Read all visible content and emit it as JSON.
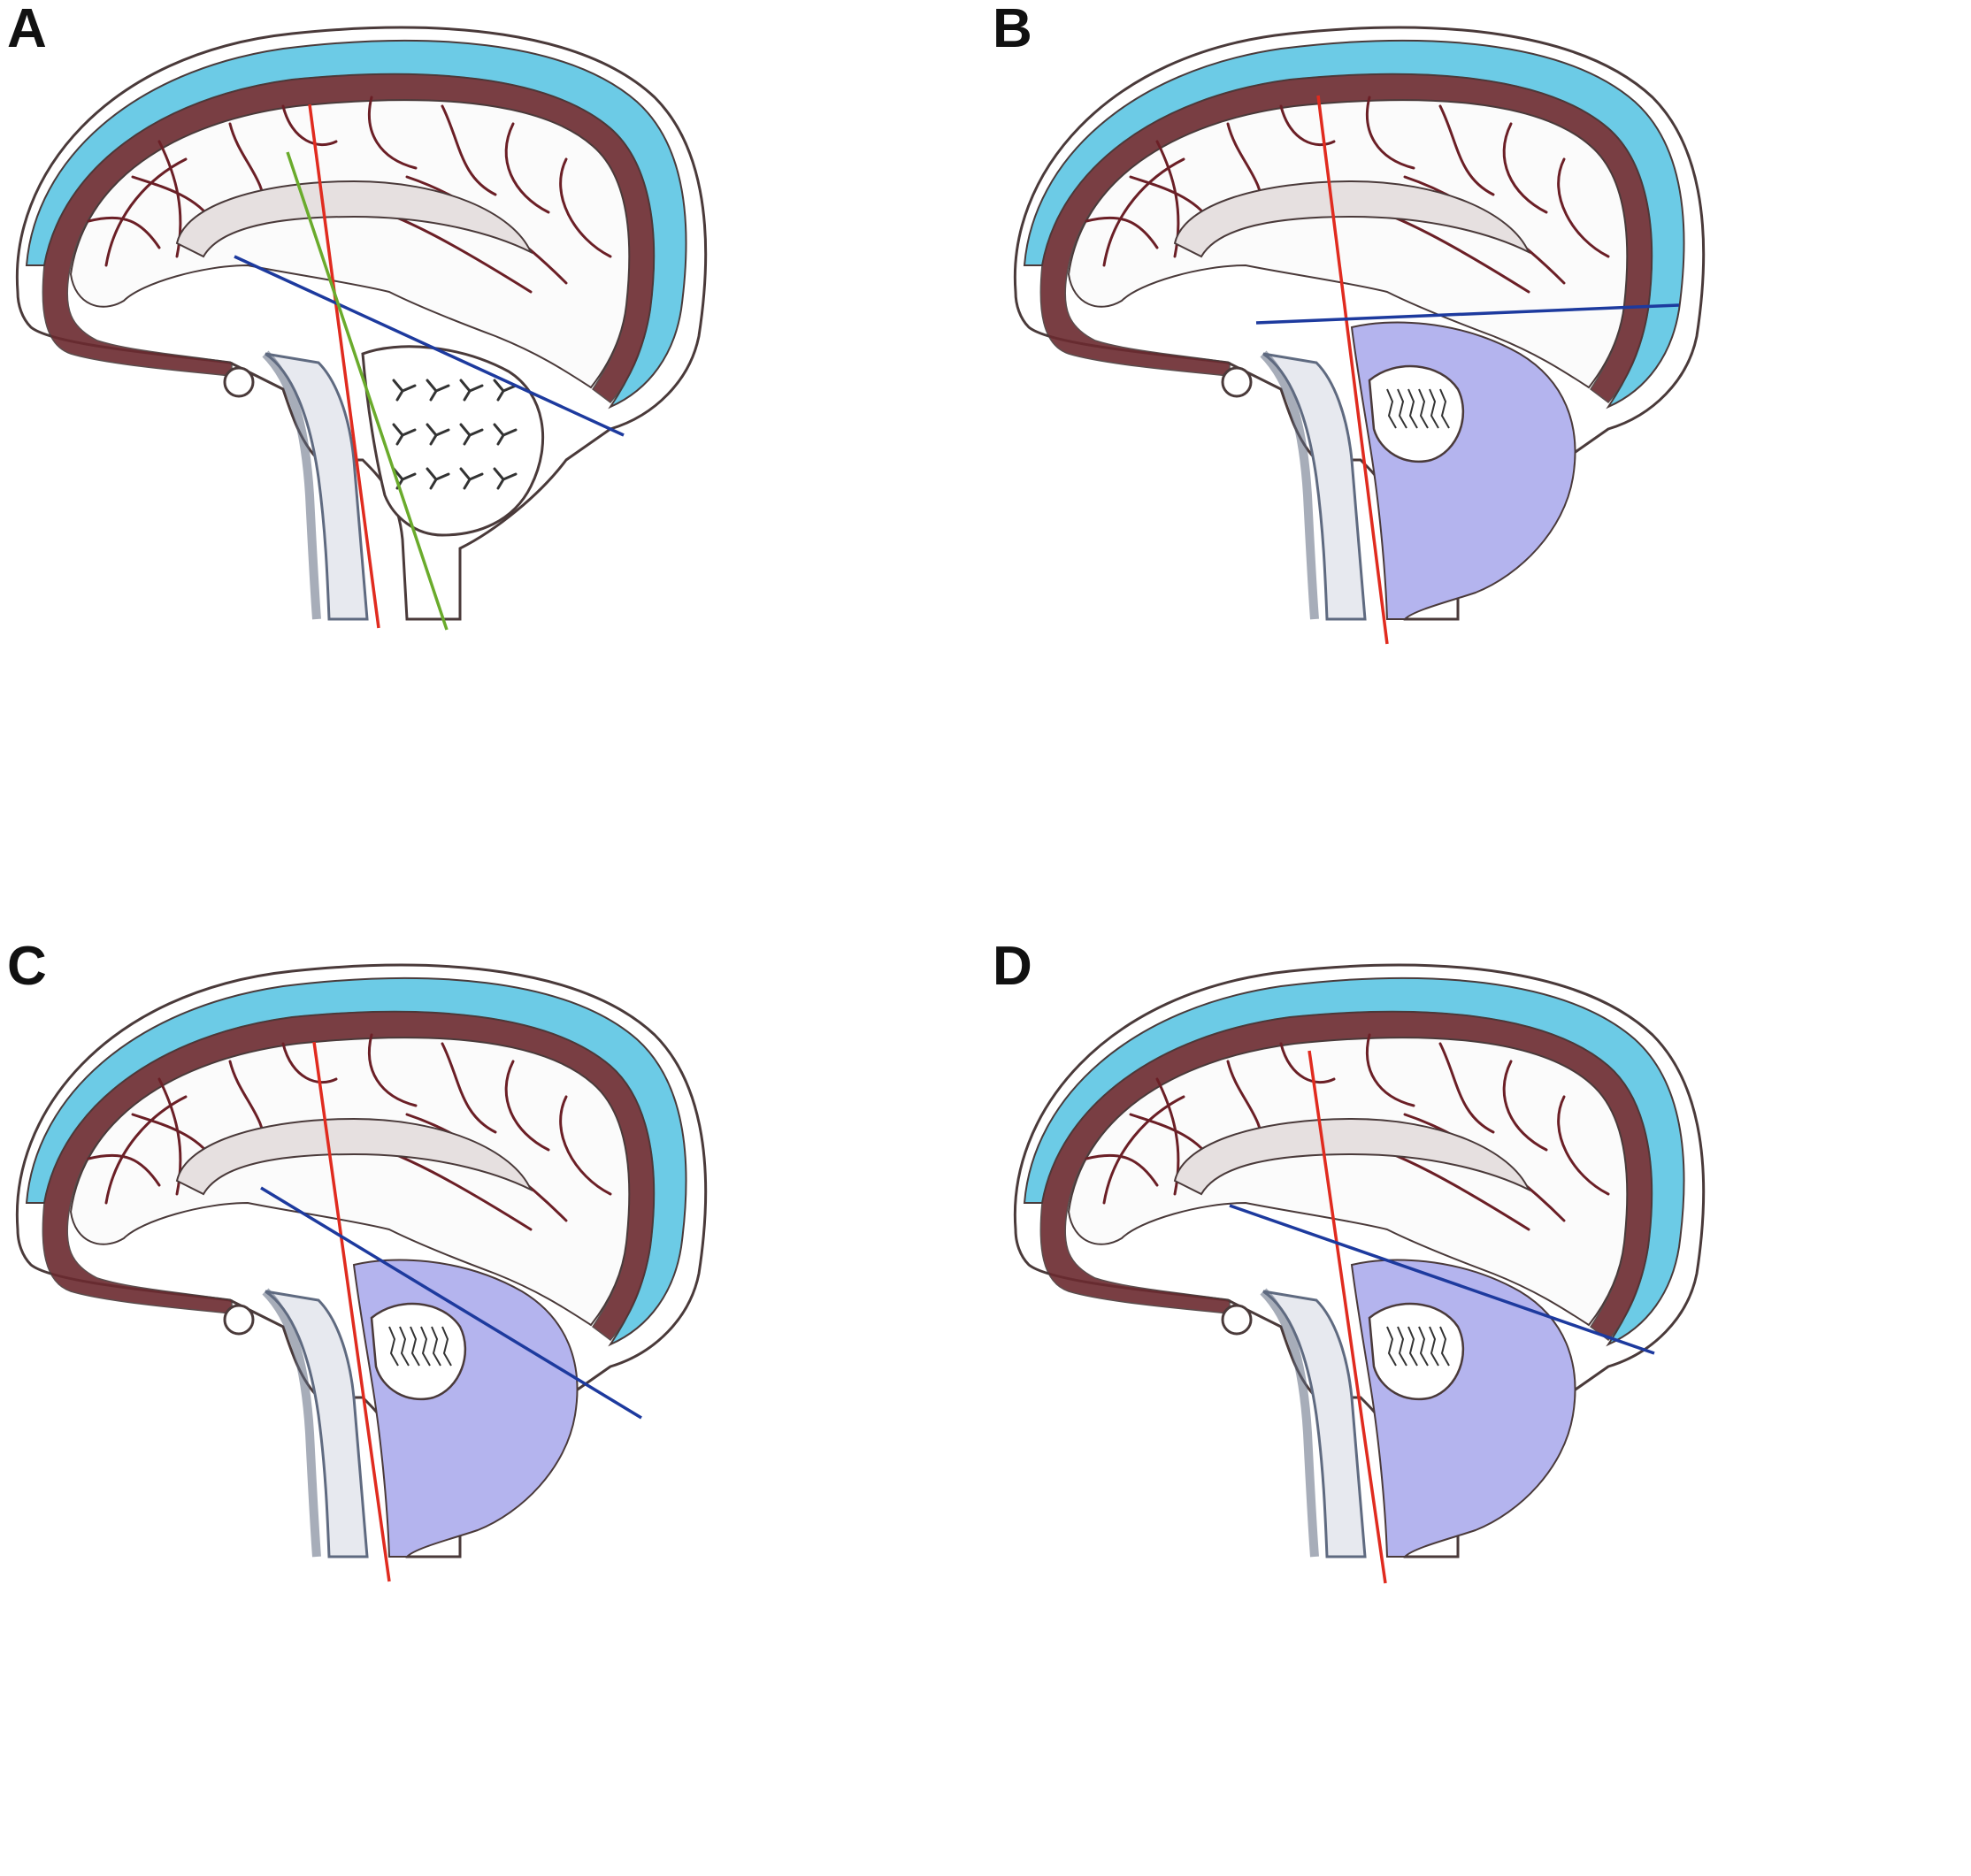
{
  "figure": {
    "panels": [
      {
        "id": "a",
        "label": "A",
        "cyst": false,
        "green_line": true
      },
      {
        "id": "b",
        "label": "B",
        "cyst": true,
        "green_line": false
      },
      {
        "id": "c",
        "label": "C",
        "cyst": true,
        "green_line": false
      },
      {
        "id": "d",
        "label": "D",
        "cyst": true,
        "green_line": false
      }
    ],
    "colors": {
      "csf_space": "#6ccbe6",
      "sinus_wall": "#6b2a2f",
      "vessel": "#6b1f26",
      "cyst_fill": "#b4b4ee",
      "brainstem": "#5f6a80",
      "red_line": "#e02b1f",
      "blue_line": "#1d3a9e",
      "green_line": "#6aab2c",
      "outline": "#4a3a3a"
    }
  }
}
